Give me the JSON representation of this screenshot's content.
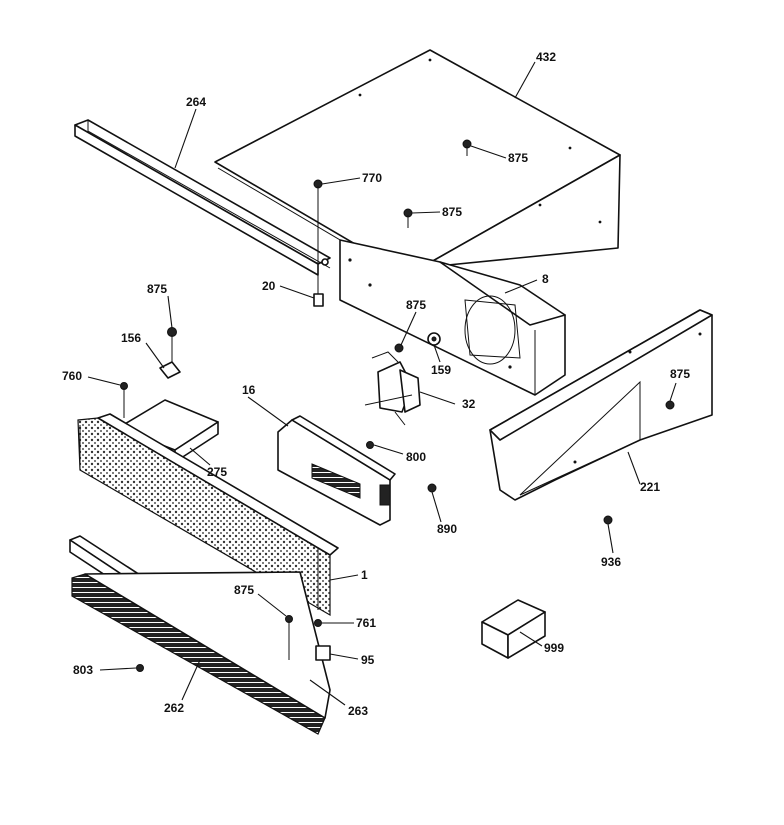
{
  "callouts": [
    {
      "id": "c432",
      "text": "432"
    },
    {
      "id": "c264",
      "text": "264"
    },
    {
      "id": "c875a",
      "text": "875"
    },
    {
      "id": "c770",
      "text": "770"
    },
    {
      "id": "c875b",
      "text": "875"
    },
    {
      "id": "c8",
      "text": "8"
    },
    {
      "id": "c20",
      "text": "20"
    },
    {
      "id": "c875c",
      "text": "875"
    },
    {
      "id": "c875d",
      "text": "875"
    },
    {
      "id": "c156",
      "text": "156"
    },
    {
      "id": "c159",
      "text": "159"
    },
    {
      "id": "c760",
      "text": "760"
    },
    {
      "id": "c16",
      "text": "16"
    },
    {
      "id": "c875e",
      "text": "875"
    },
    {
      "id": "c32",
      "text": "32"
    },
    {
      "id": "c800",
      "text": "800"
    },
    {
      "id": "c275",
      "text": "275"
    },
    {
      "id": "c221",
      "text": "221"
    },
    {
      "id": "c890",
      "text": "890"
    },
    {
      "id": "c936",
      "text": "936"
    },
    {
      "id": "c1",
      "text": "1"
    },
    {
      "id": "c875f",
      "text": "875"
    },
    {
      "id": "c761",
      "text": "761"
    },
    {
      "id": "c95",
      "text": "95"
    },
    {
      "id": "c999",
      "text": "999"
    },
    {
      "id": "c803",
      "text": "803"
    },
    {
      "id": "c262",
      "text": "262"
    },
    {
      "id": "c263",
      "text": "263"
    }
  ]
}
